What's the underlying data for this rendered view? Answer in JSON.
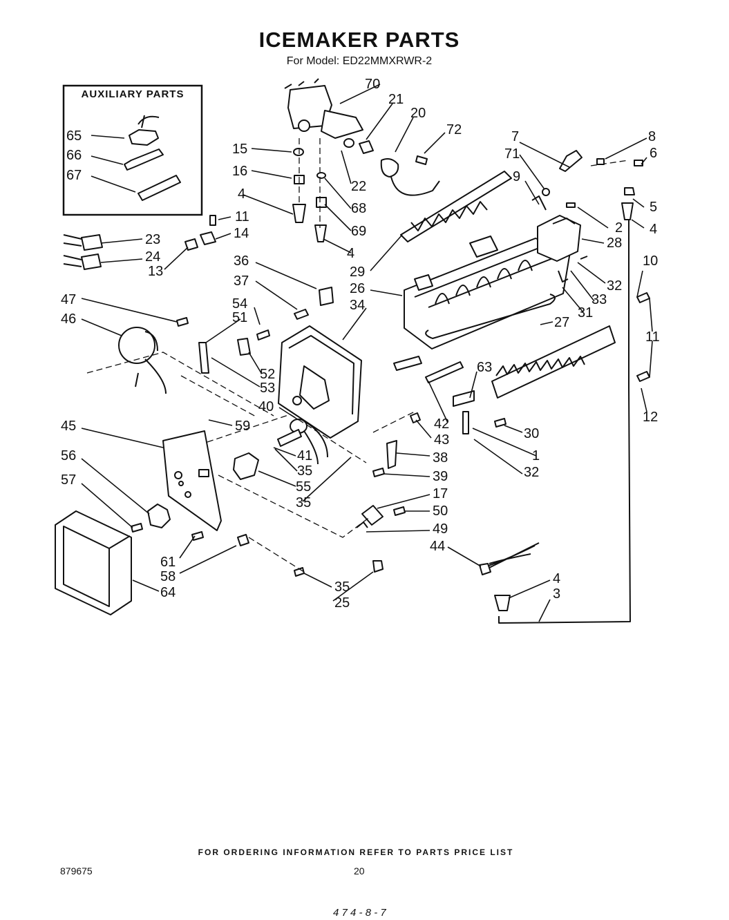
{
  "header": {
    "title": "ICEMAKER PARTS",
    "subtitle": "For Model: ED22MMXRWR-2"
  },
  "auxiliary_box": {
    "title": "AUXILIARY PARTS"
  },
  "callouts": [
    {
      "id": "70",
      "text": "70"
    },
    {
      "id": "21",
      "text": "21"
    },
    {
      "id": "20",
      "text": "20"
    },
    {
      "id": "72",
      "text": "72"
    },
    {
      "id": "15",
      "text": "15"
    },
    {
      "id": "16",
      "text": "16"
    },
    {
      "id": "22",
      "text": "22"
    },
    {
      "id": "68",
      "text": "68"
    },
    {
      "id": "69",
      "text": "69"
    },
    {
      "id": "4a",
      "text": "4"
    },
    {
      "id": "4b",
      "text": "4"
    },
    {
      "id": "7",
      "text": "7"
    },
    {
      "id": "8",
      "text": "8"
    },
    {
      "id": "71",
      "text": "71"
    },
    {
      "id": "6",
      "text": "6"
    },
    {
      "id": "9",
      "text": "9"
    },
    {
      "id": "5",
      "text": "5"
    },
    {
      "id": "2",
      "text": "2"
    },
    {
      "id": "4c",
      "text": "4"
    },
    {
      "id": "28",
      "text": "28"
    },
    {
      "id": "65",
      "text": "65"
    },
    {
      "id": "66",
      "text": "66"
    },
    {
      "id": "67",
      "text": "67"
    },
    {
      "id": "11a",
      "text": "11"
    },
    {
      "id": "14",
      "text": "14"
    },
    {
      "id": "23",
      "text": "23"
    },
    {
      "id": "24",
      "text": "24"
    },
    {
      "id": "13",
      "text": "13"
    },
    {
      "id": "36",
      "text": "36"
    },
    {
      "id": "29",
      "text": "29"
    },
    {
      "id": "26",
      "text": "26"
    },
    {
      "id": "10",
      "text": "10"
    },
    {
      "id": "32a",
      "text": "32"
    },
    {
      "id": "33",
      "text": "33"
    },
    {
      "id": "31",
      "text": "31"
    },
    {
      "id": "37",
      "text": "37"
    },
    {
      "id": "34",
      "text": "34"
    },
    {
      "id": "47",
      "text": "47"
    },
    {
      "id": "54",
      "text": "54"
    },
    {
      "id": "46",
      "text": "46"
    },
    {
      "id": "51",
      "text": "51"
    },
    {
      "id": "27",
      "text": "27"
    },
    {
      "id": "11b",
      "text": "11"
    },
    {
      "id": "52",
      "text": "52"
    },
    {
      "id": "53",
      "text": "53"
    },
    {
      "id": "63",
      "text": "63"
    },
    {
      "id": "40",
      "text": "40"
    },
    {
      "id": "42",
      "text": "42"
    },
    {
      "id": "12",
      "text": "12"
    },
    {
      "id": "45",
      "text": "45"
    },
    {
      "id": "59",
      "text": "59"
    },
    {
      "id": "43",
      "text": "43"
    },
    {
      "id": "30",
      "text": "30"
    },
    {
      "id": "41",
      "text": "41"
    },
    {
      "id": "38",
      "text": "38"
    },
    {
      "id": "1",
      "text": "1"
    },
    {
      "id": "56",
      "text": "56"
    },
    {
      "id": "35a",
      "text": "35"
    },
    {
      "id": "39",
      "text": "39"
    },
    {
      "id": "32b",
      "text": "32"
    },
    {
      "id": "55",
      "text": "55"
    },
    {
      "id": "57",
      "text": "57"
    },
    {
      "id": "35b",
      "text": "35"
    },
    {
      "id": "17",
      "text": "17"
    },
    {
      "id": "50",
      "text": "50"
    },
    {
      "id": "49",
      "text": "49"
    },
    {
      "id": "44",
      "text": "44"
    },
    {
      "id": "61",
      "text": "61"
    },
    {
      "id": "58",
      "text": "58"
    },
    {
      "id": "64",
      "text": "64"
    },
    {
      "id": "35c",
      "text": "35"
    },
    {
      "id": "25",
      "text": "25"
    },
    {
      "id": "4d",
      "text": "4"
    },
    {
      "id": "3",
      "text": "3"
    }
  ],
  "footer": {
    "note": "FOR ORDERING INFORMATION REFER TO PARTS PRICE LIST",
    "doc_number": "879675",
    "page_number": "20",
    "margin_mark": "4 7 4 - 8 - 7"
  }
}
